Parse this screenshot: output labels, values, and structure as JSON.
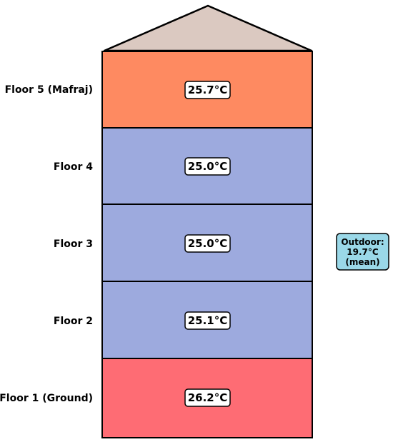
{
  "floors": [
    {
      "label": "Floor 5 (Mafraj)",
      "temperature": "25.7°C",
      "color": "#fe8a61"
    },
    {
      "label": "Floor 4",
      "temperature": "25.0°C",
      "color": "#9daade"
    },
    {
      "label": "Floor 3",
      "temperature": "25.0°C",
      "color": "#9daade"
    },
    {
      "label": "Floor 2",
      "temperature": "25.1°C",
      "color": "#9daade"
    },
    {
      "label": "Floor 1 (Ground)",
      "temperature": "26.2°C",
      "color": "#fe6c74"
    }
  ],
  "roof_color": "#dbc9c1",
  "outdoor": {
    "line1": "Outdoor:",
    "line2": "19.7°C",
    "line3": "(mean)",
    "color": "#9ad8e8"
  }
}
